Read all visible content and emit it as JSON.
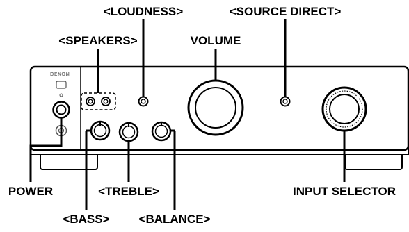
{
  "brand": "DENON",
  "labels": {
    "loudness": "<LOUDNESS>",
    "source_direct": "<SOURCE DIRECT>",
    "speakers": "<SPEAKERS>",
    "volume": "VOLUME",
    "power": "POWER",
    "treble": "<TREBLE>",
    "input_selector": "INPUT SELECTOR",
    "bass": "<BASS>",
    "balance": "<BALANCE>"
  }
}
